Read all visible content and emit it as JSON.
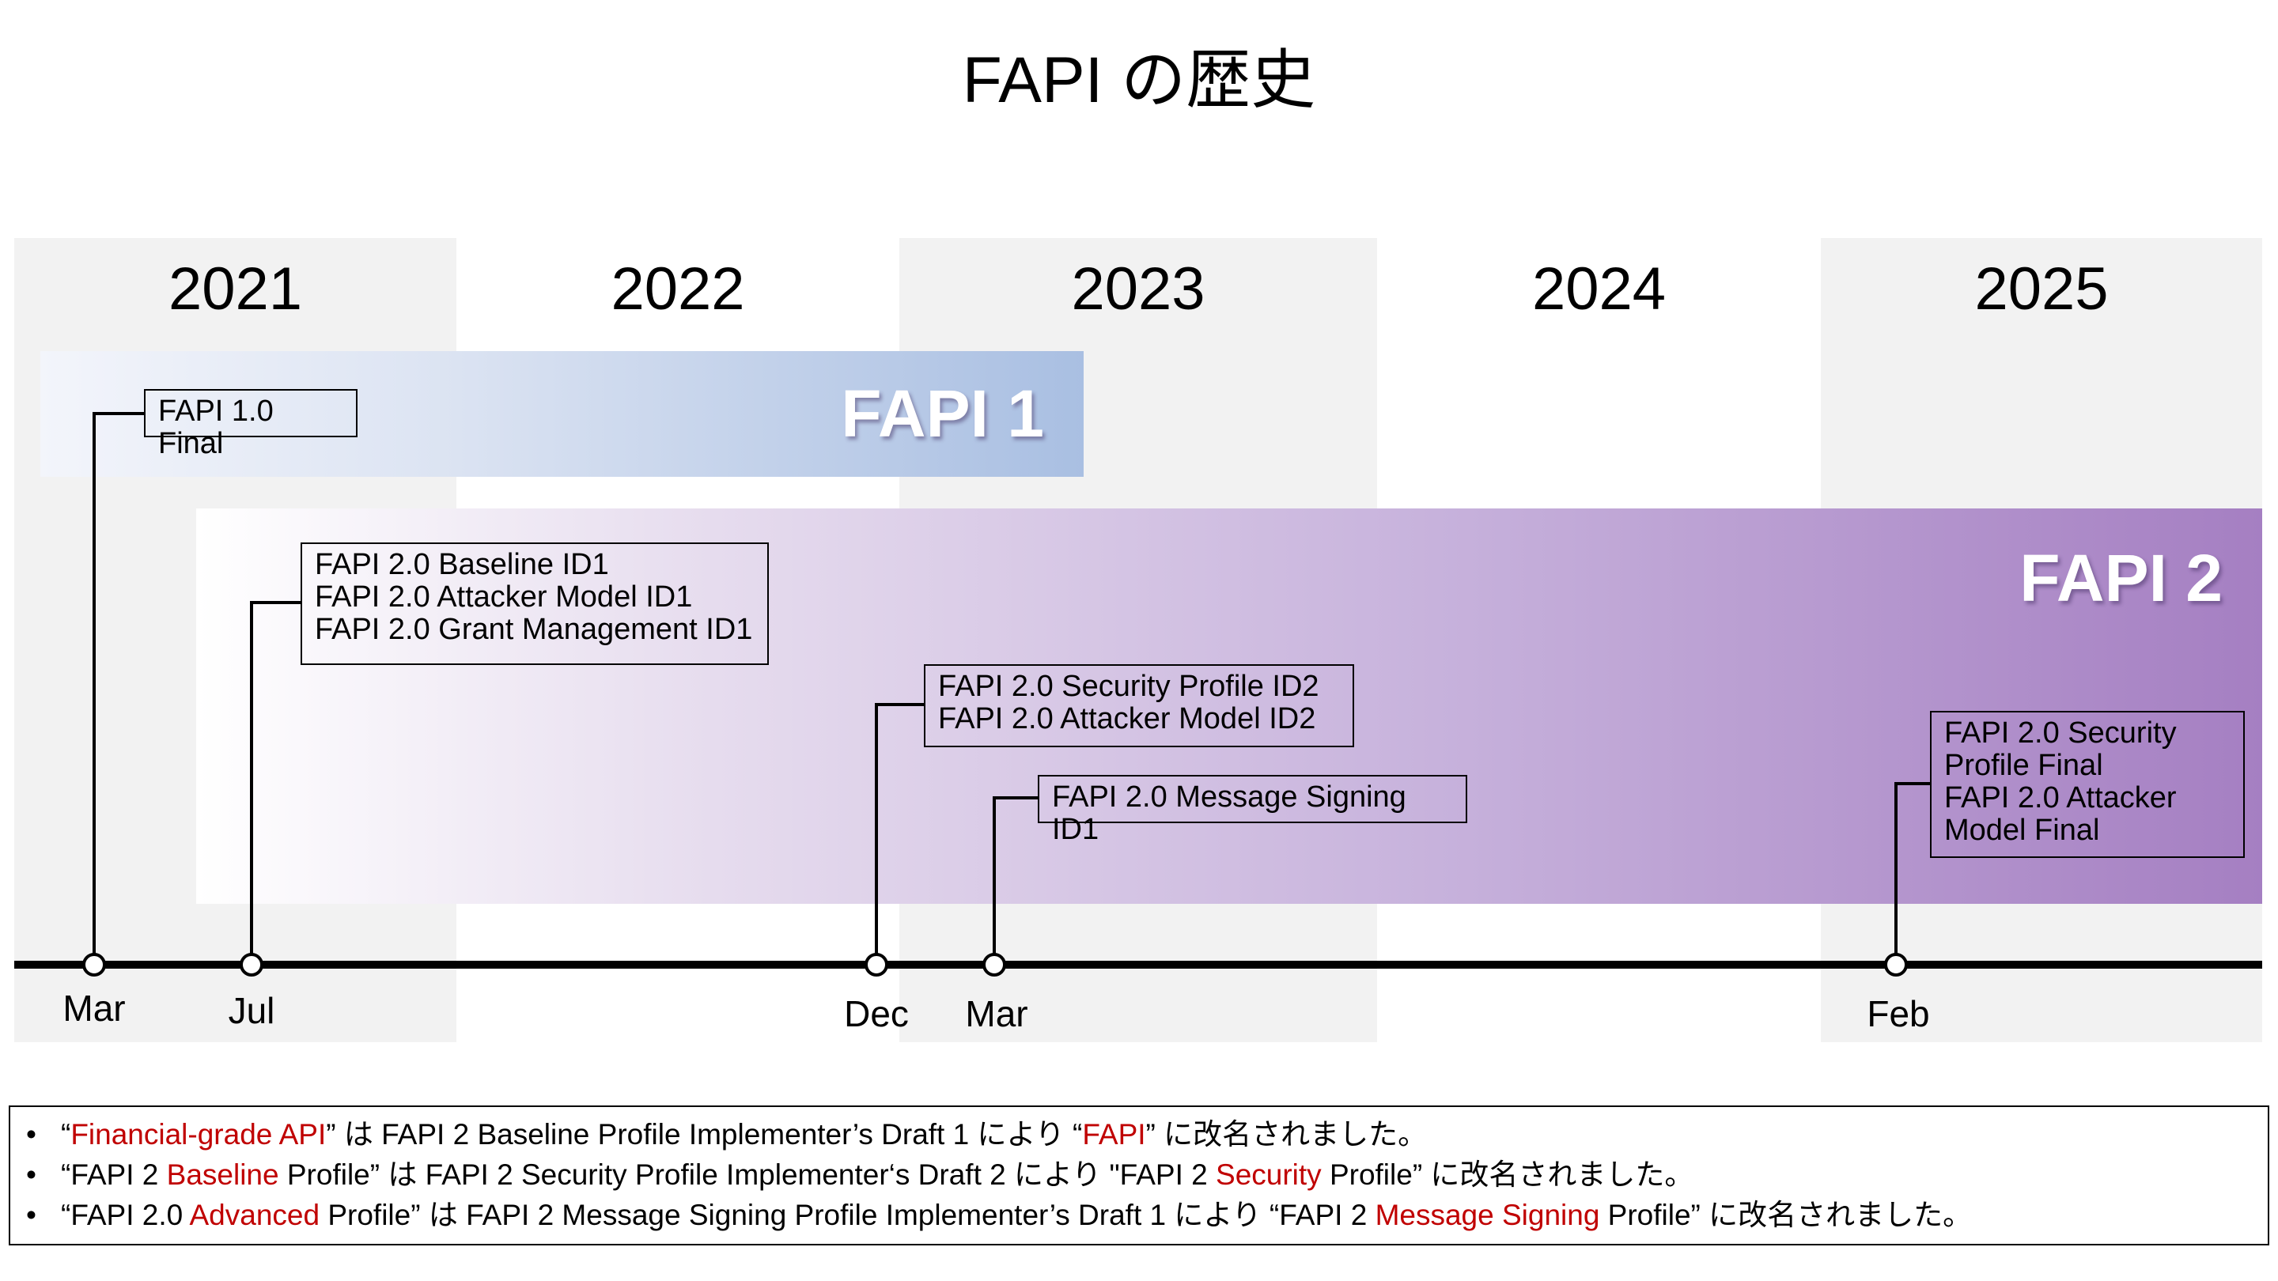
{
  "title": "FAPI の歴史",
  "years": [
    "2021",
    "2022",
    "2023",
    "2024",
    "2025"
  ],
  "bands": {
    "fapi1": {
      "label": "FAPI 1",
      "color_start": "#f3f5fb",
      "color_end": "#a9bfe2"
    },
    "fapi2": {
      "label": "FAPI 2",
      "color_start": "#ffffff",
      "color_end": "#a57fc2"
    }
  },
  "milestones": [
    {
      "month": "Mar",
      "year": "2021",
      "lines": [
        "FAPI 1.0 Final"
      ]
    },
    {
      "month": "Jul",
      "year": "2021",
      "lines": [
        "FAPI 2.0 Baseline ID1",
        "FAPI 2.0 Attacker Model ID1",
        "FAPI 2.0 Grant Management ID1"
      ]
    },
    {
      "month": "Dec",
      "year": "2022",
      "lines": [
        "FAPI 2.0 Security Profile ID2",
        "FAPI 2.0 Attacker Model ID2"
      ]
    },
    {
      "month": "Mar",
      "year": "2023",
      "lines": [
        "FAPI 2.0 Message Signing ID1"
      ]
    },
    {
      "month": "Feb",
      "year": "2025",
      "lines": [
        "FAPI 2.0 Security",
        "Profile Final",
        "FAPI 2.0 Attacker",
        "Model Final"
      ]
    }
  ],
  "notes": [
    {
      "bullet": "•",
      "parts": [
        "“",
        "Financial-grade API",
        "” は FAPI 2 Baseline Profile Implementer’s Draft 1 により “",
        "FAPI",
        "” に改名されました。"
      ]
    },
    {
      "bullet": "•",
      "parts": [
        "“FAPI 2 ",
        "Baseline",
        " Profile” は FAPI 2 Security Profile Implementer‘s Draft 2 により \"FAPI 2 ",
        "Security",
        " Profile” に改名されました。"
      ]
    },
    {
      "bullet": "•",
      "parts": [
        "“FAPI 2.0 ",
        "Advanced",
        " Profile” は FAPI 2 Message Signing Profile Implementer’s Draft 1 により “FAPI 2 ",
        "Message Signing",
        " Profile” に改名されました。"
      ]
    }
  ],
  "colors": {
    "highlight": "#c00000",
    "year_col_gray": "#f2f2f2",
    "axis": "#000000"
  }
}
